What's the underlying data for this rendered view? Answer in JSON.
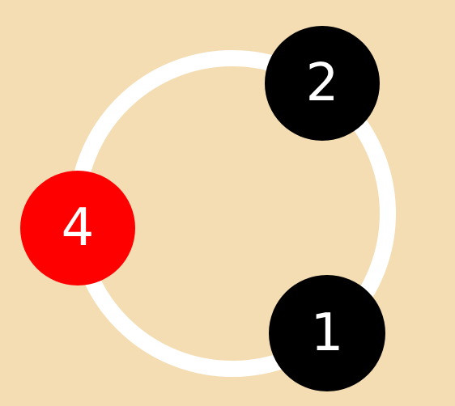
{
  "board": {
    "background_color": "#f4ddb3",
    "ring_color": "#ffffff"
  },
  "nodes": [
    {
      "id": "2",
      "label": "2",
      "color": "#000000",
      "state": "default"
    },
    {
      "id": "4",
      "label": "4",
      "color": "#ff0000",
      "state": "selected"
    },
    {
      "id": "1",
      "label": "1",
      "color": "#000000",
      "state": "default"
    }
  ]
}
